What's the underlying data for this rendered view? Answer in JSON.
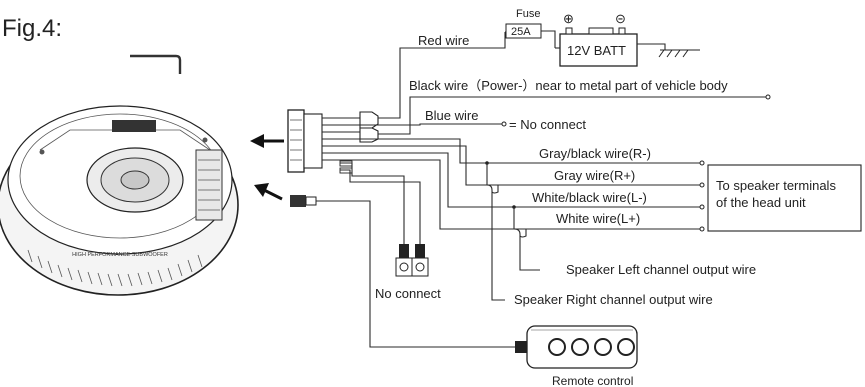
{
  "figure_label": "Fig.4:",
  "fuse": {
    "title": "Fuse",
    "rating": "25A"
  },
  "battery": {
    "label": "12V BATT",
    "plus": "⊕",
    "minus": "⊝"
  },
  "wires": {
    "red": "Red wire",
    "black": "Black wire（Power-）near to metal part of vehicle body",
    "blue": "Blue wire",
    "blue_note": "= No connect",
    "gray_black": "Gray/black wire(R-)",
    "gray": "Gray wire(R+)",
    "white_black": "White/black wire(L-)",
    "white": "White wire(L+)"
  },
  "speaker_box": {
    "line1": "To speaker terminals",
    "line2": "of the head unit"
  },
  "outputs": {
    "left": "Speaker Left channel output wire",
    "right": "Speaker Right channel output wire"
  },
  "rca_note": "No connect",
  "remote_label": "Remote control",
  "subwoofer": {
    "badge": "",
    "brand_text": "HIGH PERFORMANCE SUBWOOFER"
  },
  "colors": {
    "line": "#2a2a2a",
    "text": "#222222",
    "body": "#f2f2f2"
  }
}
